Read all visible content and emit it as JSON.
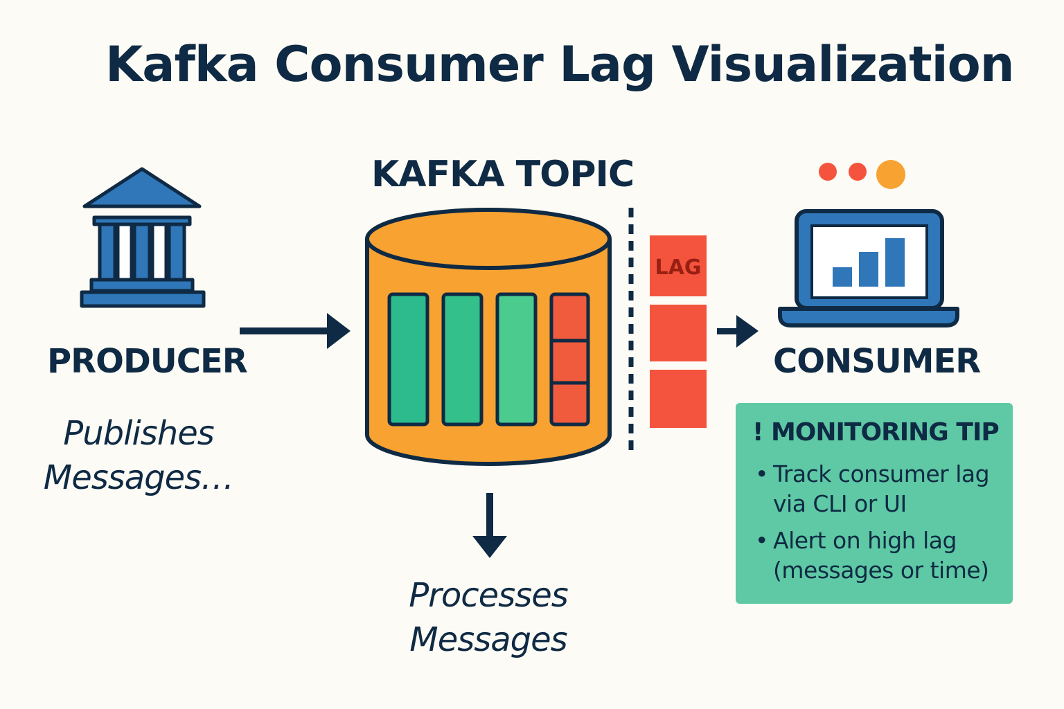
{
  "title": "Kafka Consumer Lag Visualization",
  "producer": {
    "label": "PRODUCER",
    "description": "Publishes\nMessages…",
    "icon": "bank-building-icon"
  },
  "topic": {
    "label": "KAFKA TOPIC",
    "description": "Processes\nMessages",
    "icon": "database-cylinder-icon",
    "partitions": [
      {
        "state": "consumed",
        "color": "#2dba8c"
      },
      {
        "state": "consumed",
        "color": "#33c08a"
      },
      {
        "state": "consumed",
        "color": "#4ccb8e"
      },
      {
        "state": "lagging",
        "color": "#ef5b3c"
      }
    ]
  },
  "lag": {
    "label": "LAG",
    "color": "#f4543d"
  },
  "consumer": {
    "label": "CONSUMER",
    "icon": "laptop-bar-chart-icon",
    "status_dots": [
      "#f4543d",
      "#f4543d",
      "#f7a231"
    ]
  },
  "monitoring_tip": {
    "title": "! MONITORING TIP",
    "items": [
      "Track consumer lag\nvia CLI or UI",
      "Alert on high lag\n(messages or time)"
    ]
  },
  "colors": {
    "background": "#fdfbf5",
    "navy": "#0f2a44",
    "blue": "#2f77b8",
    "orange": "#f7a231",
    "red": "#f4543d",
    "green": "#5ec9a4"
  }
}
